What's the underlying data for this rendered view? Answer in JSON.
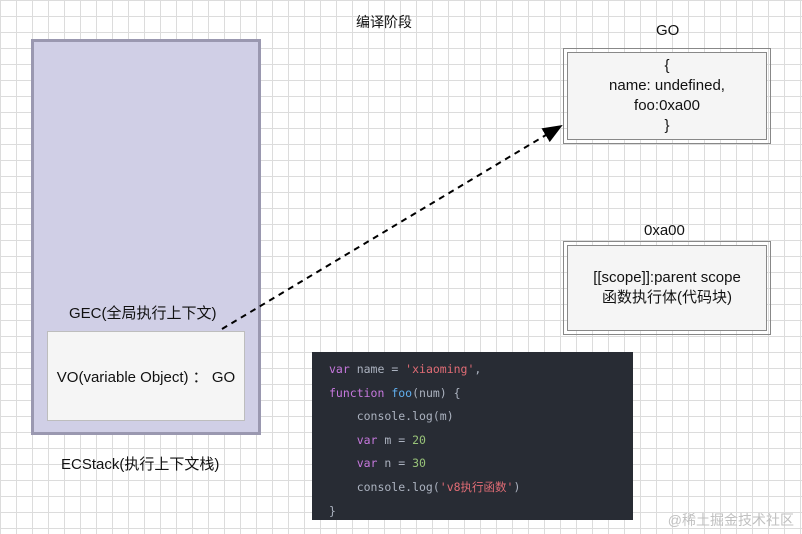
{
  "stage_title": "编译阶段",
  "ecstack": {
    "label": "ECStack(执行上下文栈)",
    "gec_label": "GEC(全局执行上下文)",
    "vo_text": "VO(variable Object) ： GO"
  },
  "go": {
    "title": "GO",
    "lines": [
      "{",
      "name: undefined,",
      "foo:0xa00",
      "}"
    ]
  },
  "fn_object": {
    "title": "0xa00",
    "lines": [
      "[[scope]]:parent scope",
      "函数执行体(代码块)"
    ]
  },
  "code": {
    "l1": {
      "kw": "var",
      "name": " name = ",
      "str": "'xiaoming'",
      "end": ","
    },
    "l2": {
      "kw": "function",
      "fn": " foo",
      "end": "(num) {"
    },
    "l3": {
      "text": "    console.log(m)"
    },
    "l4": {
      "kw": "    var",
      "mid": " m = ",
      "num": "20"
    },
    "l5": {
      "kw": "    var",
      "mid": " n = ",
      "num": "30"
    },
    "l6": {
      "pre": "    console.log(",
      "str": "'v8执行函数'",
      "end": ")"
    },
    "l7": {
      "text": "}"
    }
  },
  "watermark": "@稀土掘金技术社区",
  "colors": {
    "stack_fill": "#d0cfe6",
    "stack_border": "#9a98b0",
    "code_bg": "#282c34"
  }
}
